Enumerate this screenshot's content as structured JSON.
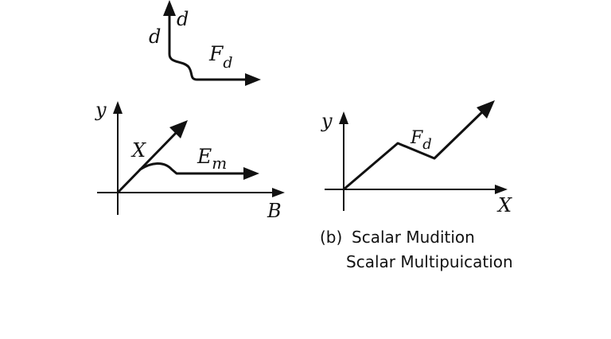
{
  "top_diagram": {
    "label_d_left": "d",
    "label_d_right": "d",
    "label_F": "F",
    "label_F_sub": "d"
  },
  "left_diagram": {
    "y_label": "y",
    "x_label": "B",
    "vector_label": "X",
    "label_E": "E",
    "label_E_sub": "m"
  },
  "right_diagram": {
    "y_label": "y",
    "x_label": "X",
    "label_F": "F",
    "label_F_sub": "d"
  },
  "caption": {
    "tag": "(b)",
    "line1": "Scalar Mudition",
    "line2": "Scalar Multipuication"
  },
  "colors": {
    "ink": "#111111",
    "background": "#ffffff"
  }
}
